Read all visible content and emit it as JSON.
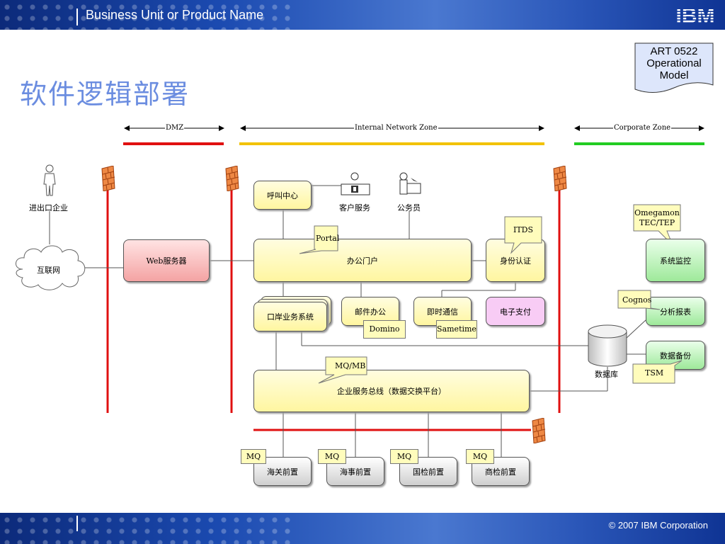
{
  "header": {
    "title": "Business Unit or Product Name",
    "logo": "IBM"
  },
  "footer": {
    "copyright": "© 2007 IBM Corporation"
  },
  "page_title": "软件逻辑部署",
  "art_tag": {
    "line1": "ART 0522",
    "line2": "Operational",
    "line3": "Model"
  },
  "zones": {
    "dmz": "DMZ",
    "internal": "Internal Network Zone",
    "corporate": "Corporate Zone"
  },
  "colors": {
    "dmz_bar": "#e01010",
    "internal_bar": "#f2c200",
    "corporate_bar": "#22cc22",
    "firewall": "#ee8844"
  },
  "nodes": {
    "enterprise": "进出口企业",
    "internet": "互联网",
    "web_server": "Web服务器",
    "call_center": "呼叫中心",
    "customer_service": "客户服务",
    "civil_servant": "公务员",
    "office_portal": "办公门户",
    "identity_auth": "身份认证",
    "port_business": "口岸业务系统",
    "mail_office": "邮件办公",
    "instant_msg": "即时通信",
    "e_payment": "电子支付",
    "system_monitor": "系统监控",
    "analysis_report": "分析报表",
    "data_backup": "数据备份",
    "database": "数据库",
    "esb": "企业服务总线（数据交换平台）",
    "customs": "海关前置",
    "maritime": "海事前置",
    "inspection": "国检前置",
    "commerce": "商检前置"
  },
  "notes": {
    "portal": "Portal",
    "itds": "ITDS",
    "omegamon": "Omegamon TEC/TEP",
    "domino": "Domino",
    "sametime": "Sametime",
    "cognos": "Cognos",
    "mqmb": "MQ/MB",
    "tsm": "TSM",
    "mq": "MQ"
  }
}
